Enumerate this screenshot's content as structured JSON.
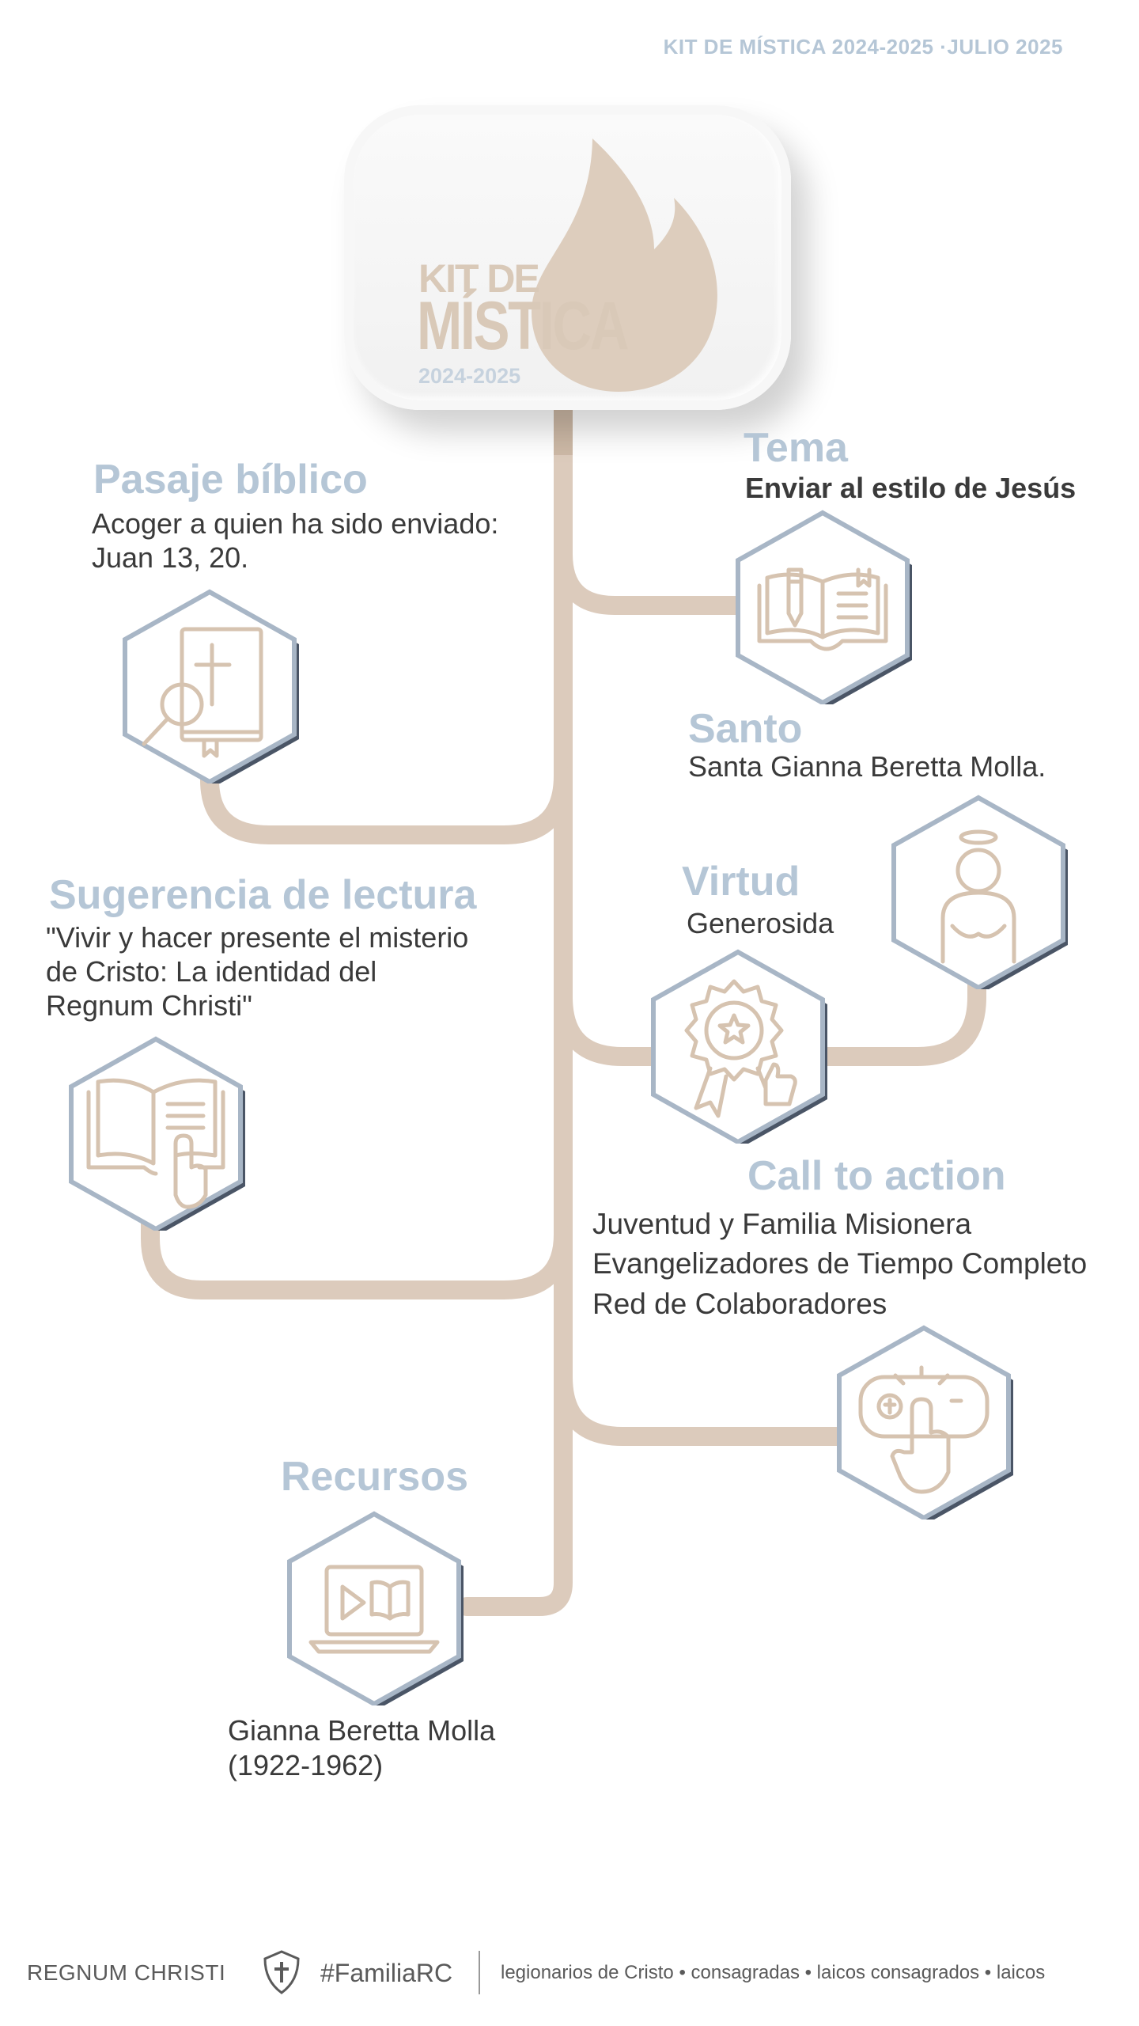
{
  "header": {
    "title": "KIT DE MÍSTICA 2024-2025 ·JULIO 2025"
  },
  "logo": {
    "line1": "KIT DE",
    "line2": "MÍSTICA",
    "year": "2024-2025"
  },
  "sections": {
    "tema": {
      "title": "Tema",
      "body": "Enviar al estilo de Jesús",
      "icon": "open-book-pen-icon"
    },
    "pasaje": {
      "title": "Pasaje bíblico",
      "body": "Acoger a quien ha sido enviado:\n Juan 13, 20.",
      "icon": "bible-magnifier-icon"
    },
    "santo": {
      "title": "Santo",
      "body": "Santa Gianna Beretta Molla.",
      "icon": "saint-halo-icon"
    },
    "virtud": {
      "title": "Virtud",
      "body": "Generosida",
      "icon": "award-badge-icon"
    },
    "lectura": {
      "title": "Sugerencia de lectura",
      "body": "\"Vivir y hacer presente el misterio\nde Cristo: La identidad del\nRegnum Christi\"",
      "icon": "book-hand-icon"
    },
    "call": {
      "title": "Call to action",
      "body": "Juventud y Familia Misionera\nEvangelizadores de Tiempo Completo\nRed de Colaboradores",
      "icon": "click-button-icon"
    },
    "recursos": {
      "title": "Recursos",
      "body": "Gianna Beretta Molla\n(1922-1962)",
      "icon": "laptop-video-icon"
    }
  },
  "footer": {
    "brand": "REGNUM CHRISTI",
    "hashtag": "#FamiliaRC",
    "communities": "legionarios de Cristo • consagradas • laicos consagrados • laicos",
    "emblem_icon": "shield-cross-icon"
  },
  "colors": {
    "accent_title": "#b5c6d6",
    "tree": "#dccbbc",
    "icon_stroke": "#d6c3b0",
    "hex_border": "#a8b6c6",
    "text": "#3a3a3a"
  }
}
